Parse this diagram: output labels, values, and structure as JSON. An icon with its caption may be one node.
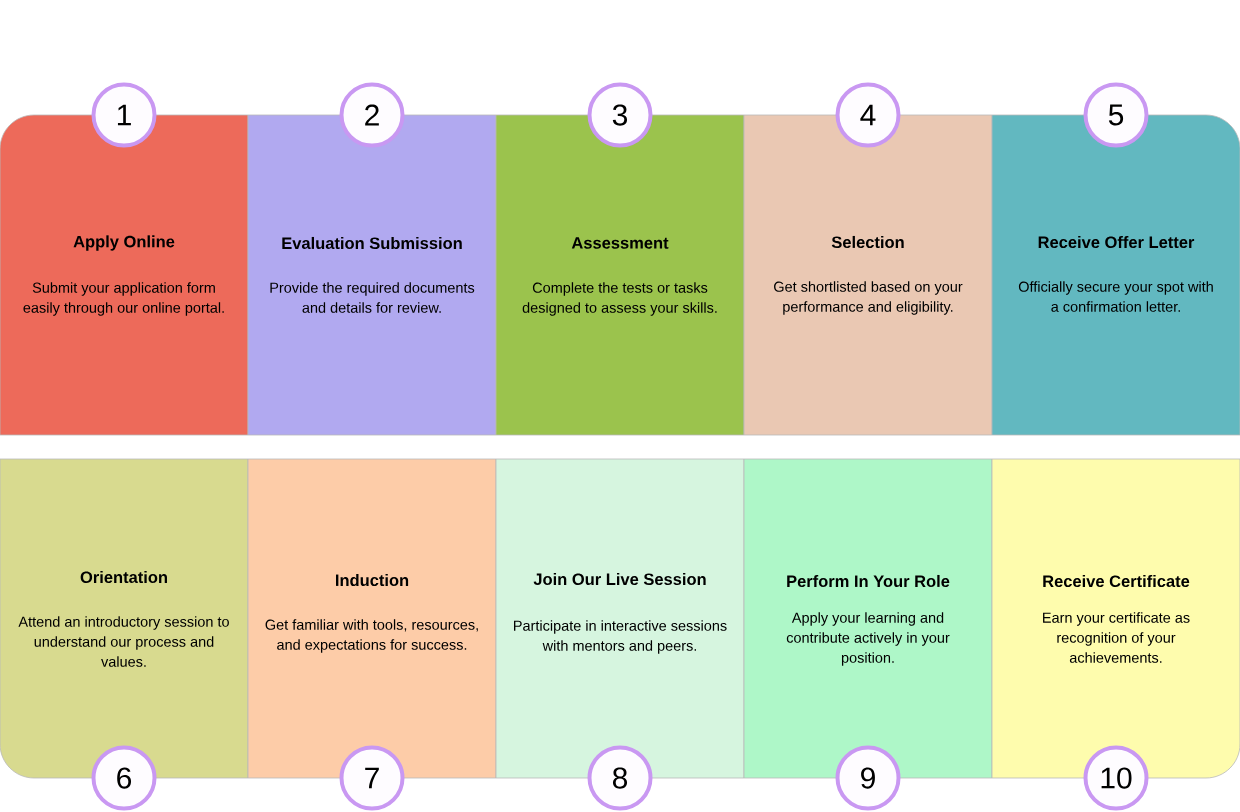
{
  "diagram": {
    "nodes": [
      {
        "text": [
          "1"
        ]
      },
      {
        "text": [
          "Apply Online",
          "Submit your application form easily through our online portal."
        ]
      },
      {
        "text": [
          "2"
        ]
      },
      {
        "text": [
          "Evaluation Submission",
          "Provide the required documents and details for review."
        ]
      },
      {
        "text": [
          "3"
        ]
      },
      {
        "text": [
          "Assessment",
          "Complete the tests or tasks designed to assess your skills."
        ]
      },
      {
        "text": [
          "4"
        ]
      },
      {
        "text": [
          "Selection",
          "Get shortlisted based on your performance and eligibility."
        ]
      },
      {
        "text": [
          "5"
        ]
      },
      {
        "text": [
          "Receive Offer Letter",
          "Officially secure your spot with a confirmation letter."
        ]
      },
      {
        "text": [
          "Orientation",
          "Attend an introductory session to understand our process and values."
        ]
      },
      {
        "text": [
          "6"
        ]
      },
      {
        "text": [
          "Induction",
          "Get familiar with tools, resources, and expectations for success."
        ]
      },
      {
        "text": [
          "7"
        ]
      },
      {
        "text": [
          "Join Our Live Session",
          "Participate in interactive sessions with mentors and peers."
        ]
      },
      {
        "text": [
          "8"
        ]
      },
      {
        "text": [
          "Perform In Your Role",
          "Apply your learning and contribute actively in your position."
        ]
      },
      {
        "text": [
          "9"
        ]
      },
      {
        "text": [
          "Receive Certificate",
          "Earn your certificate as recognition of your achievements."
        ]
      },
      {
        "text": [
          "10"
        ]
      }
    ]
  }
}
